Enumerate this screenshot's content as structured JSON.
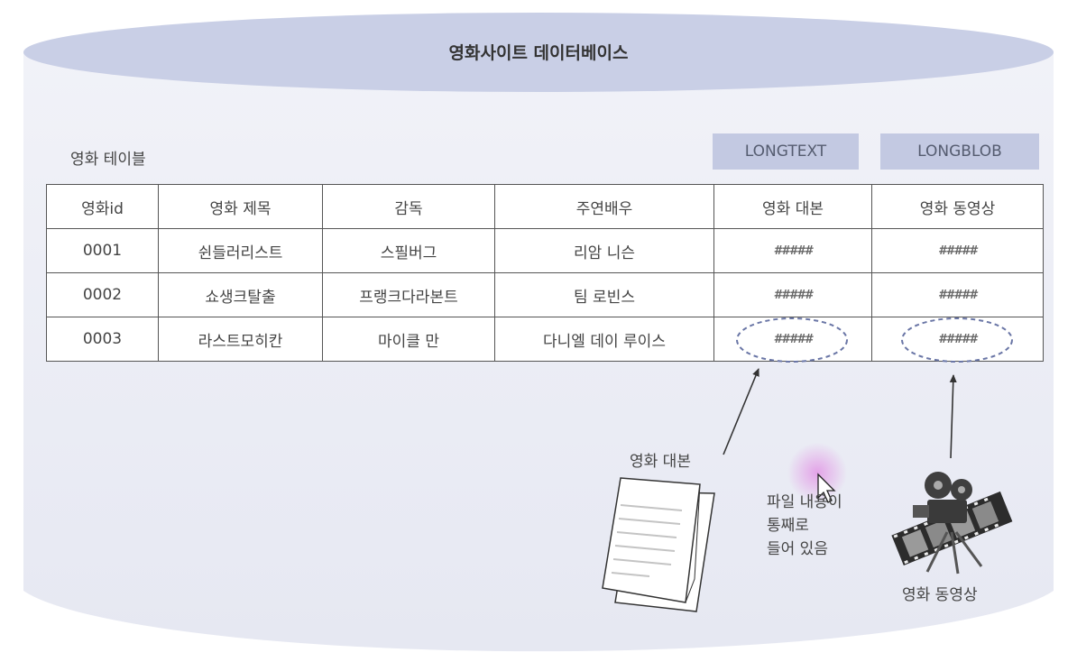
{
  "database_title": "영화사이트 데이터베이스",
  "table_label": "영화 테이블",
  "type_tags": {
    "script_type": "LONGTEXT",
    "video_type": "LONGBLOB"
  },
  "table": {
    "headers": [
      "영화id",
      "영화 제목",
      "감독",
      "주연배우",
      "영화 대본",
      "영화 동영상"
    ],
    "rows": [
      [
        "0001",
        "쉰들러리스트",
        "스필버그",
        "리암 니슨",
        "#####",
        "#####"
      ],
      [
        "0002",
        "쇼생크탈출",
        "프랭크다라본트",
        "팀 로빈스",
        "#####",
        "#####"
      ],
      [
        "0003",
        "라스트모히칸",
        "마이클 만",
        "다니엘 데이 루이스",
        "#####",
        "#####"
      ]
    ]
  },
  "annotations": {
    "script_label": "영화 대본",
    "whole_content_lines": [
      "파일 내용이",
      "통째로",
      "들어 있음"
    ],
    "video_label": "영화 동영상"
  },
  "icons": [
    "document-icon",
    "film-camera-icon",
    "mouse-cursor-icon"
  ],
  "colors": {
    "cylinder_top": "#c9cfe6",
    "cylinder_body": "#eceef6",
    "type_tag": "#c3c9e2",
    "highlight_ellipse": "#6a76a6",
    "cursor_glow": "#e7a3ea"
  }
}
